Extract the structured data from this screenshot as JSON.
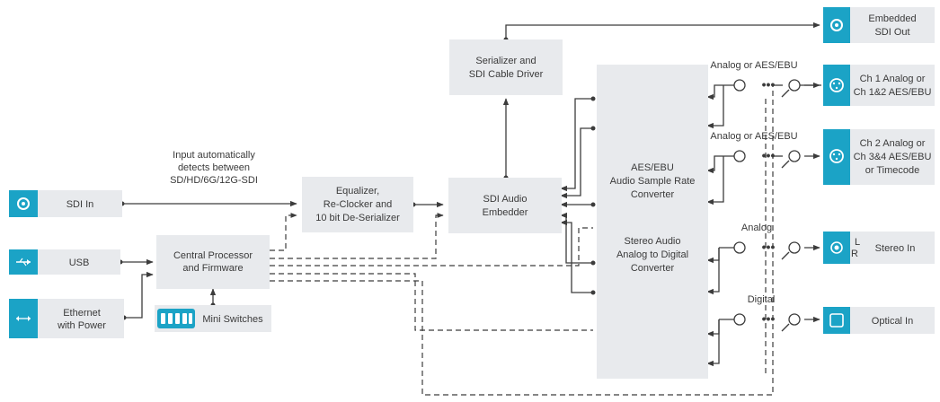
{
  "inputs": {
    "sdi_in": "SDI In",
    "usb": "USB",
    "ethernet_line1": "Ethernet",
    "ethernet_line2": "with Power"
  },
  "annotation": {
    "line1": "Input automatically",
    "line2": "detects between",
    "line3": "SD/HD/6G/12G-SDI"
  },
  "blocks": {
    "central_processor_line1": "Central Processor",
    "central_processor_line2": "and Firmware",
    "mini_switches": "Mini Switches",
    "equalizer_line1": "Equalizer,",
    "equalizer_line2": "Re-Clocker and",
    "equalizer_line3": "10 bit De-Serializer",
    "serializer_line1": "Serializer and",
    "serializer_line2": "SDI Cable Driver",
    "embedder_line1": "SDI Audio",
    "embedder_line2": "Embedder",
    "aes_line1": "AES/EBU",
    "aes_line2": "Audio Sample Rate",
    "aes_line3": "Converter",
    "stereo_line1": "Stereo Audio",
    "stereo_line2": "Analog to Digital",
    "stereo_line3": "Converter"
  },
  "switch_labels": {
    "ch1": "Analog or AES/EBU",
    "ch2": "Analog or AES/EBU",
    "stereo": "Analog",
    "optical": "Digital"
  },
  "outputs": {
    "embedded_line1": "Embedded",
    "embedded_line2": "SDI Out",
    "ch1_line1": "Ch 1 Analog or",
    "ch1_line2": "Ch 1&2 AES/EBU",
    "ch2_line1": "Ch 2 Analog or",
    "ch2_line2": "Ch 3&4 AES/EBU",
    "ch2_line3": "or Timecode",
    "stereo_in": "Stereo In",
    "stereo_l": "L",
    "stereo_r": "R",
    "optical_in": "Optical In"
  },
  "colors": {
    "accent": "#1ba3c6",
    "box_fill": "#e8eaed",
    "line": "#3c3c3c"
  }
}
